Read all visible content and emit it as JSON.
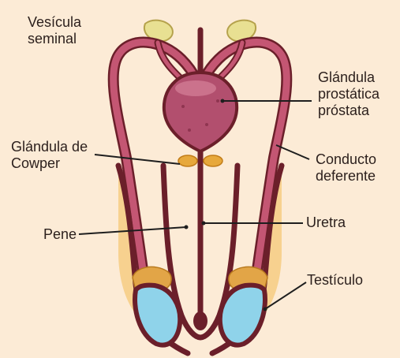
{
  "labels": {
    "vesicula": [
      "Vesícula",
      "seminal"
    ],
    "prostata": [
      "Glándula",
      "prostática",
      "próstata"
    ],
    "cowper": [
      "Glándula de",
      "Cowper"
    ],
    "conducto": [
      "Conducto",
      "deferente"
    ],
    "pene": "Pene",
    "uretra": "Uretra",
    "testiculo": "Testículo"
  },
  "colors": {
    "background": "#fcebd6",
    "outline": "#6b1f2a",
    "duct": "#c45673",
    "prostate": "#b24f6e",
    "seminal_vesicle": "#e8e092",
    "cowper_gland": "#e7a83b",
    "epididymis": "#e2a547",
    "testis": "#8fd3ea",
    "scrotum_fill": "#f6c877"
  }
}
